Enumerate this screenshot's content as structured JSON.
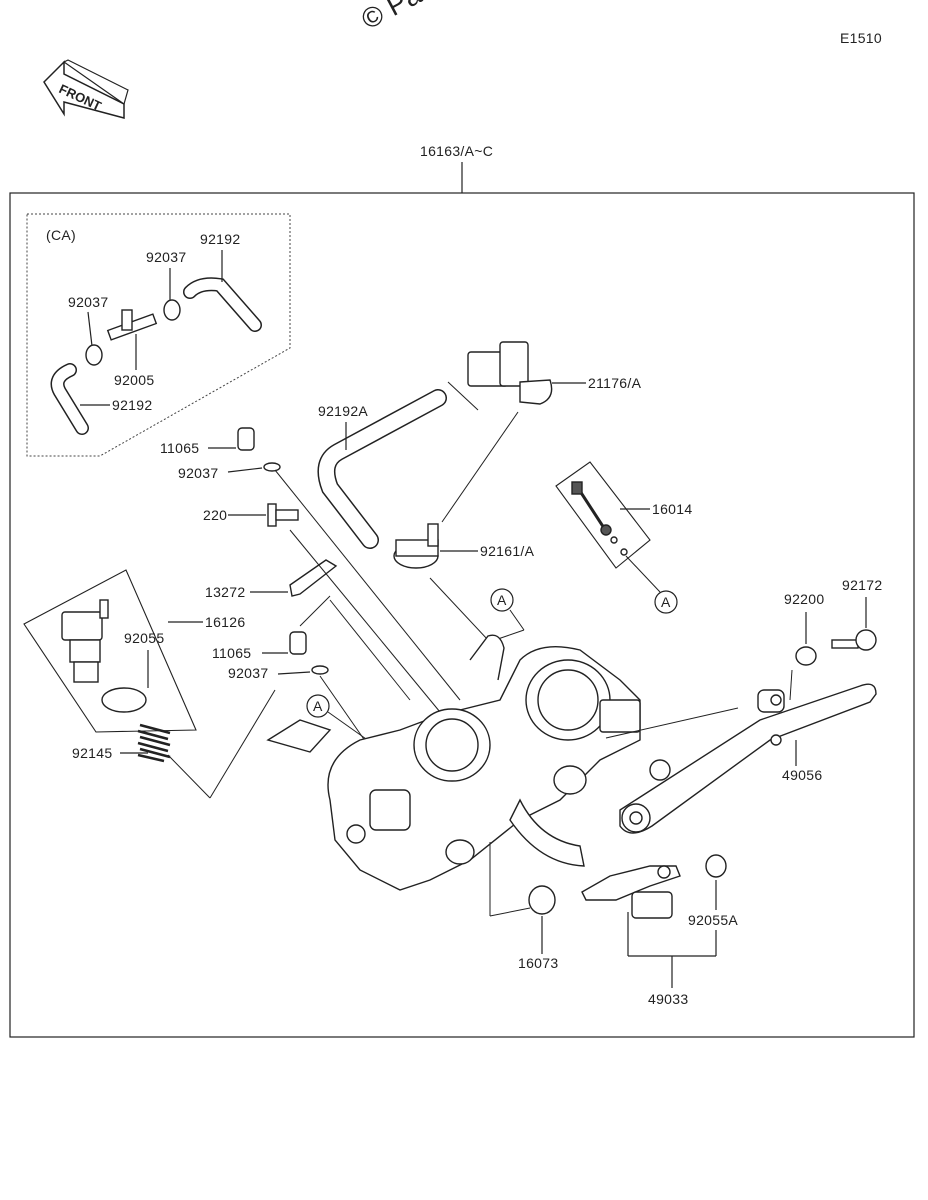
{
  "watermark": "© Partz",
  "diagram_code": "E1510",
  "front_label": "FRONT",
  "labels": {
    "assembly": "16163/A~C",
    "ca_group": "(CA)",
    "p92192_top": "92192",
    "p92037_a": "92037",
    "p92037_b": "92037",
    "p92005": "92005",
    "p92192_bottom": "92192",
    "p11065_top": "11065",
    "p92037_c": "92037",
    "p92192A": "92192A",
    "p21176A": "21176/A",
    "p220": "220",
    "p16014": "16014",
    "p92161A": "92161/A",
    "p13272": "13272",
    "p16126": "16126",
    "p92055": "92055",
    "p11065_bottom": "11065",
    "p92037_d": "92037",
    "p92145": "92145",
    "p92200": "92200",
    "p92172": "92172",
    "p49056": "49056",
    "p16073": "16073",
    "p92055A": "92055A",
    "p49033": "49033",
    "ref_a1": "A",
    "ref_a2": "A",
    "ref_a3": "A"
  }
}
